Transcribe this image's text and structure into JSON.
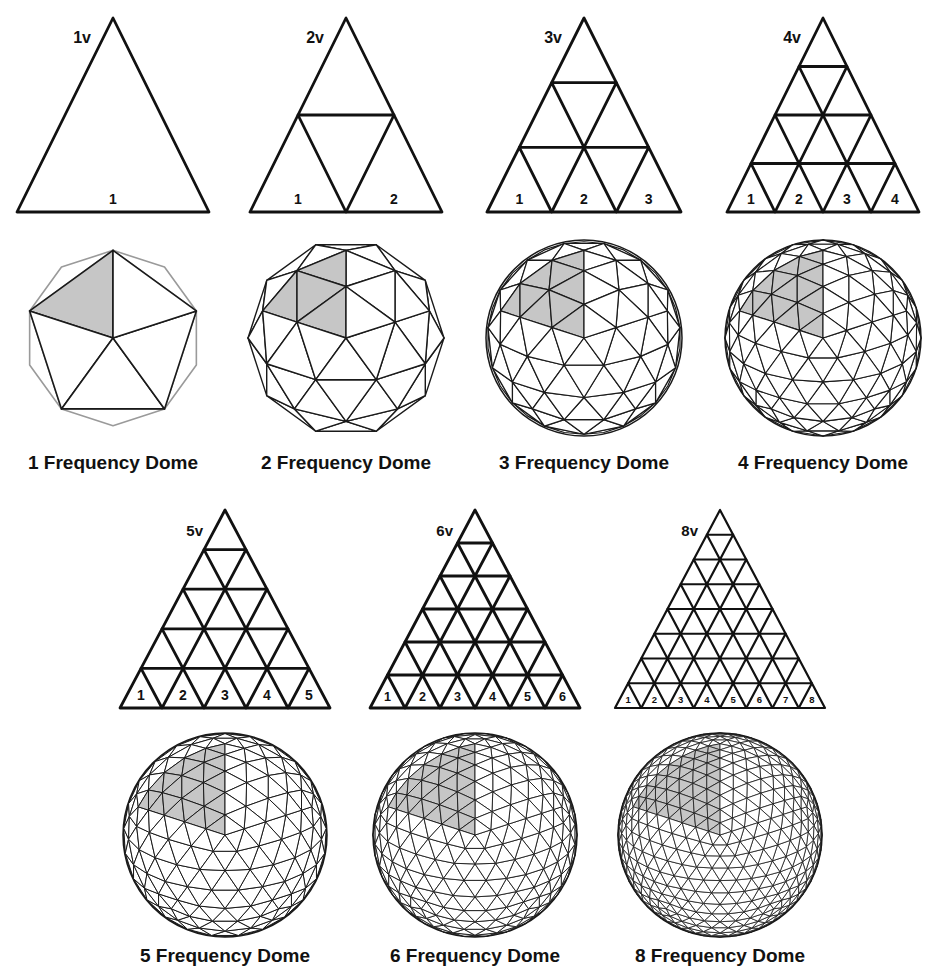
{
  "diagram": {
    "labels": [
      "1v",
      "1",
      "1 Frequency Dome",
      "2v",
      "1",
      "2",
      "2 Frequency Dome",
      "3v",
      "1",
      "2",
      "3",
      "3 Frequency Dome",
      "4v",
      "1",
      "2",
      "3",
      "4",
      "4 Frequency Dome",
      "5v",
      "1",
      "2",
      "3",
      "4",
      "5",
      "5 Frequency Dome",
      "6v",
      "1",
      "2",
      "3",
      "4",
      "5",
      "6",
      "6 Frequency Dome",
      "8v",
      "1",
      "2",
      "3",
      "4",
      "5",
      "6",
      "7",
      "8",
      "8 Frequency Dome"
    ]
  }
}
